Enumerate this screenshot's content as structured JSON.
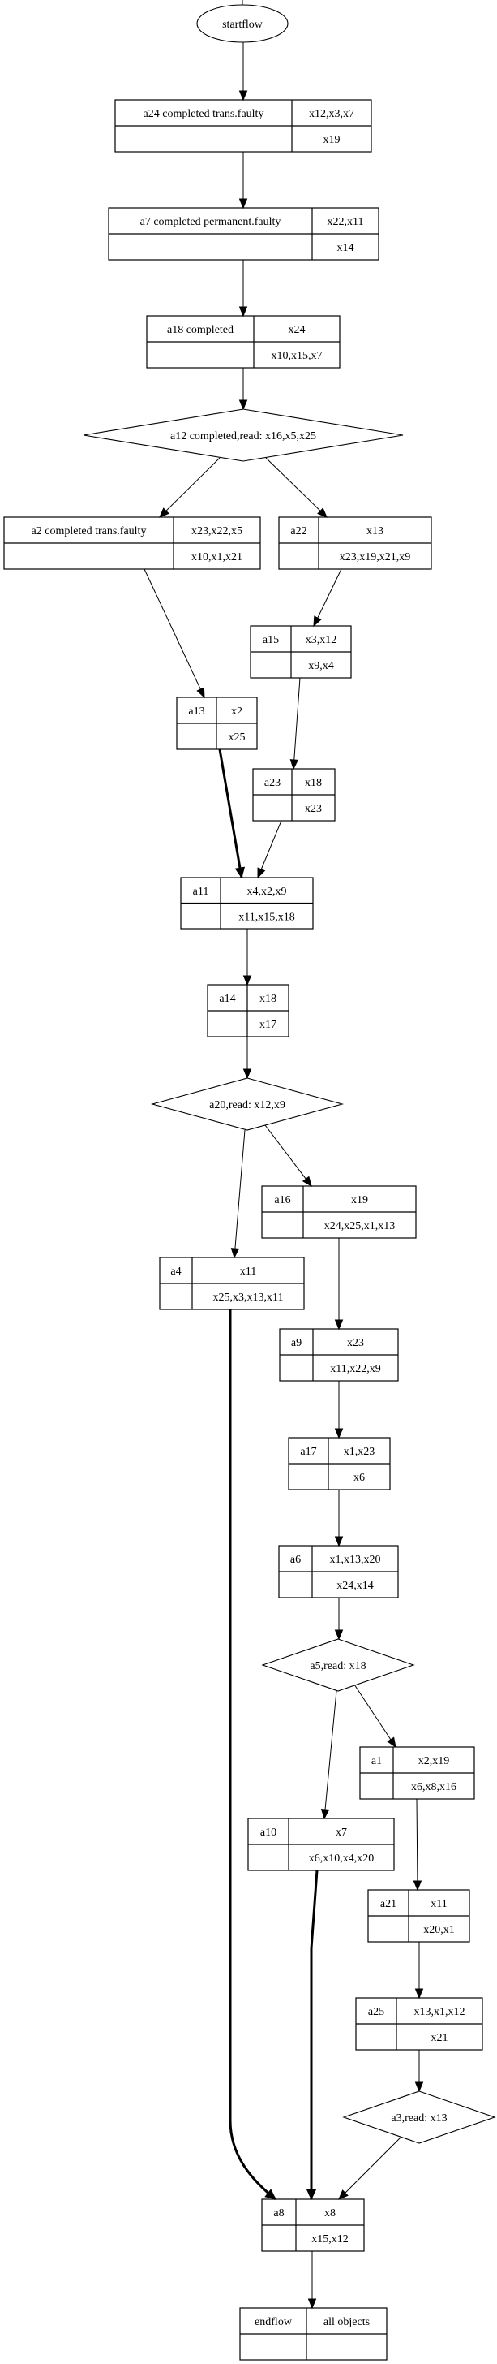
{
  "diagram": {
    "type": "control-flow graph",
    "start": {
      "id": "startflow",
      "label": "startflow"
    },
    "nodes": [
      {
        "id": "a24",
        "name": "a24 completed trans.faulty",
        "top": "x12,x3,x7",
        "bottom": "x19"
      },
      {
        "id": "a7",
        "name": "a7 completed permanent.faulty",
        "top": "x22,x11",
        "bottom": "x14"
      },
      {
        "id": "a18",
        "name": "a18 completed",
        "top": "x24",
        "bottom": "x10,x15,x7"
      },
      {
        "id": "a2",
        "name": "a2 completed trans.faulty",
        "top": "x23,x22,x5",
        "bottom": "x10,x1,x21"
      },
      {
        "id": "a22",
        "name": "a22",
        "top": "x13",
        "bottom": "x23,x19,x21,x9"
      },
      {
        "id": "a15",
        "name": "a15",
        "top": "x3,x12",
        "bottom": "x9,x4"
      },
      {
        "id": "a13",
        "name": "a13",
        "top": "x2",
        "bottom": "x25"
      },
      {
        "id": "a23",
        "name": "a23",
        "top": "x18",
        "bottom": "x23"
      },
      {
        "id": "a11",
        "name": "a11",
        "top": "x4,x2,x9",
        "bottom": "x11,x15,x18"
      },
      {
        "id": "a14",
        "name": "a14",
        "top": "x18",
        "bottom": "x17"
      },
      {
        "id": "a16",
        "name": "a16",
        "top": "x19",
        "bottom": "x24,x25,x1,x13"
      },
      {
        "id": "a4",
        "name": "a4",
        "top": "x11",
        "bottom": "x25,x3,x13,x11"
      },
      {
        "id": "a9",
        "name": "a9",
        "top": "x23",
        "bottom": "x11,x22,x9"
      },
      {
        "id": "a17",
        "name": "a17",
        "top": "x1,x23",
        "bottom": "x6"
      },
      {
        "id": "a6",
        "name": "a6",
        "top": "x1,x13,x20",
        "bottom": "x24,x14"
      },
      {
        "id": "a1",
        "name": "a1",
        "top": "x2,x19",
        "bottom": "x6,x8,x16"
      },
      {
        "id": "a10",
        "name": "a10",
        "top": "x7",
        "bottom": "x6,x10,x4,x20"
      },
      {
        "id": "a21",
        "name": "a21",
        "top": "x11",
        "bottom": "x20,x1"
      },
      {
        "id": "a25",
        "name": "a25",
        "top": "x13,x1,x12",
        "bottom": "x21"
      },
      {
        "id": "a8",
        "name": "a8",
        "top": "x8",
        "bottom": "x15,x12"
      },
      {
        "id": "endflow",
        "name": "endflow",
        "top": "all objects",
        "bottom": ""
      }
    ],
    "decisions": [
      {
        "id": "a12",
        "label": "a12 completed,read: x16,x5,x25"
      },
      {
        "id": "a20",
        "label": "a20,read: x12,x9"
      },
      {
        "id": "a5",
        "label": "a5,read: x18"
      },
      {
        "id": "a3",
        "label": "a3,read: x13"
      }
    ],
    "edges": [
      {
        "from": "startflow",
        "to": "a24",
        "bold": false
      },
      {
        "from": "a24",
        "to": "a7",
        "bold": false
      },
      {
        "from": "a7",
        "to": "a18",
        "bold": false
      },
      {
        "from": "a18",
        "to": "a12",
        "bold": false
      },
      {
        "from": "a12",
        "to": "a2",
        "bold": false
      },
      {
        "from": "a12",
        "to": "a22",
        "bold": false
      },
      {
        "from": "a2",
        "to": "a13",
        "bold": false
      },
      {
        "from": "a22",
        "to": "a15",
        "bold": false
      },
      {
        "from": "a15",
        "to": "a23",
        "bold": false
      },
      {
        "from": "a13",
        "to": "a11",
        "bold": true
      },
      {
        "from": "a23",
        "to": "a11",
        "bold": false
      },
      {
        "from": "a11",
        "to": "a14",
        "bold": false
      },
      {
        "from": "a14",
        "to": "a20",
        "bold": false
      },
      {
        "from": "a20",
        "to": "a4",
        "bold": false
      },
      {
        "from": "a20",
        "to": "a16",
        "bold": false
      },
      {
        "from": "a16",
        "to": "a9",
        "bold": false
      },
      {
        "from": "a9",
        "to": "a17",
        "bold": false
      },
      {
        "from": "a17",
        "to": "a6",
        "bold": false
      },
      {
        "from": "a6",
        "to": "a5",
        "bold": false
      },
      {
        "from": "a5",
        "to": "a10",
        "bold": false
      },
      {
        "from": "a5",
        "to": "a1",
        "bold": false
      },
      {
        "from": "a1",
        "to": "a21",
        "bold": false
      },
      {
        "from": "a21",
        "to": "a25",
        "bold": false
      },
      {
        "from": "a25",
        "to": "a3",
        "bold": false
      },
      {
        "from": "a4",
        "to": "a8",
        "bold": true
      },
      {
        "from": "a10",
        "to": "a8",
        "bold": true
      },
      {
        "from": "a3",
        "to": "a8",
        "bold": false
      },
      {
        "from": "a8",
        "to": "endflow",
        "bold": false
      }
    ]
  }
}
